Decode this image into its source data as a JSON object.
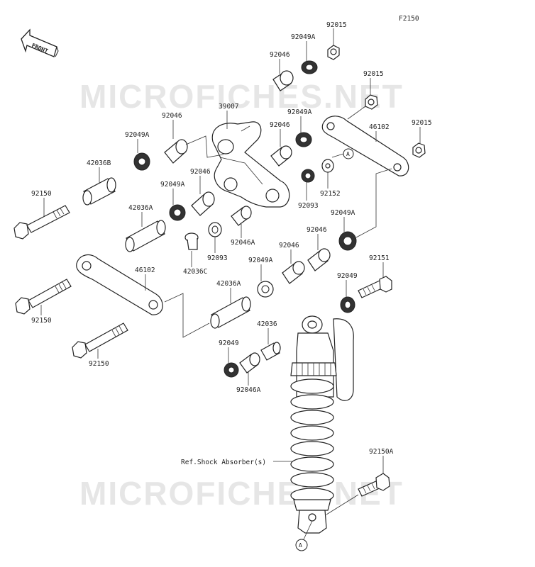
{
  "diagram_code": "F2150",
  "front_label": "FRONT",
  "watermark": "MICROFICHES.NET",
  "ref_label": "Ref.Shock Absorber(s)",
  "callout": "A",
  "labels": {
    "p92015_a": "92015",
    "p92049A_a": "92049A",
    "p92046_a": "92046",
    "p92015_b": "92015",
    "p39007": "39007",
    "p92049A_b": "92049A",
    "p92046_b": "92046",
    "p92015_c": "92015",
    "p46102_a": "46102",
    "p92046_c": "92046",
    "p92049A_c": "92049A",
    "p42036B": "42036B",
    "p92152": "92152",
    "p92093_a": "92093",
    "p92046_d": "92046",
    "p92049A_d": "92049A",
    "p92150_a": "92150",
    "p42036A_a": "42036A",
    "p92049A_e": "92049A",
    "p92046A_a": "92046A",
    "p92046_e": "92046",
    "p92093_b": "92093",
    "p42036C": "42036C",
    "p92046_f": "92046",
    "p92151": "92151",
    "p92049A_f": "92049A",
    "p46102_b": "46102",
    "p42036A_b": "42036A",
    "p92049_a": "92049",
    "p92150_b": "92150",
    "p42036": "42036",
    "p92049_b": "92049",
    "p92150_c": "92150",
    "p92046A_b": "92046A",
    "p92150A": "92150A"
  }
}
